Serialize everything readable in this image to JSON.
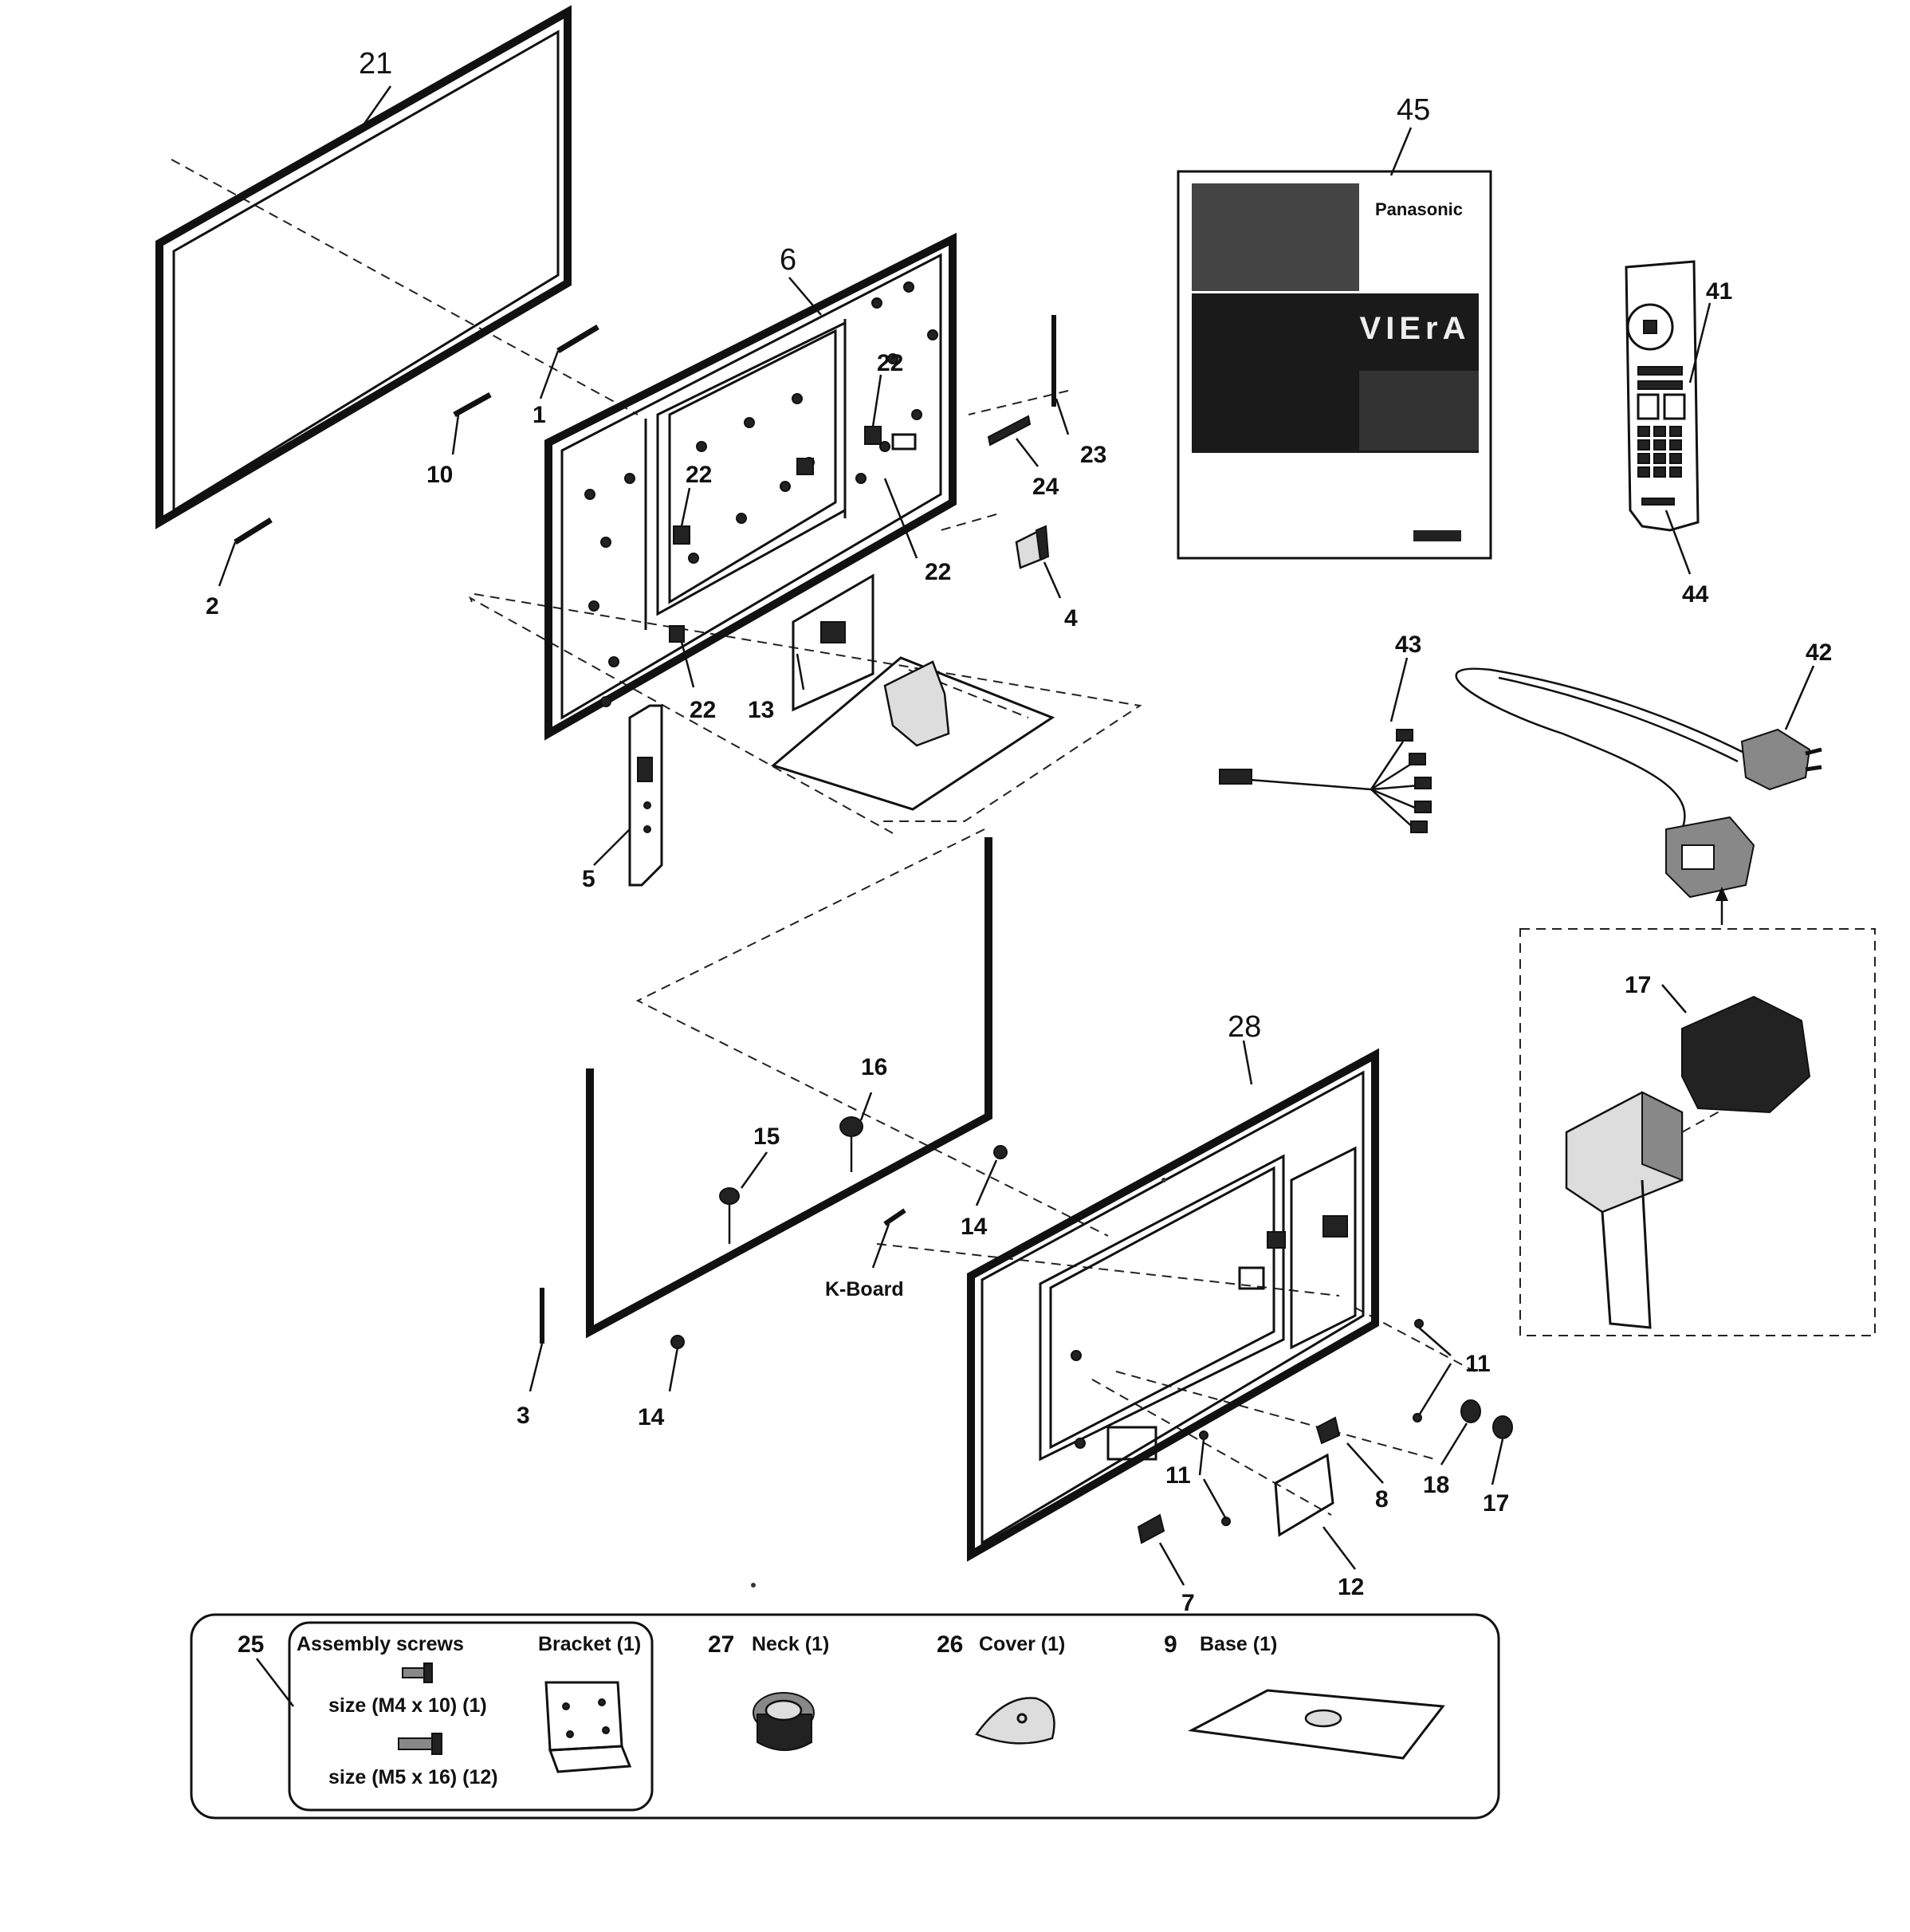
{
  "callouts": {
    "c1": "1",
    "c2": "2",
    "c3": "3",
    "c4": "4",
    "c5": "5",
    "c6": "6",
    "c7": "7",
    "c8": "8",
    "c10": "10",
    "c11a": "11",
    "c11b": "11",
    "c12": "12",
    "c13": "13",
    "c14a": "14",
    "c14b": "14",
    "c15": "15",
    "c16": "16",
    "c17a": "17",
    "c17b": "17",
    "c18": "18",
    "c21": "21",
    "c22a": "22",
    "c22b": "22",
    "c22c": "22",
    "c22d": "22",
    "c23": "23",
    "c24": "24",
    "c28": "28",
    "c41": "41",
    "c42": "42",
    "c43": "43",
    "c44": "44",
    "c45": "45",
    "kboard": "K-Board"
  },
  "manual": {
    "brand": "Panasonic",
    "product": "VIErA"
  },
  "accessory_box": {
    "item25": {
      "number": "25",
      "title": "Assembly screws",
      "screw_a": "size (M4 x 10) (1)",
      "screw_b": "size (M5 x 16) (12)",
      "bracket": "Bracket (1)"
    },
    "item27": {
      "number": "27",
      "label": "Neck (1)"
    },
    "item26": {
      "number": "26",
      "label": "Cover (1)"
    },
    "item9": {
      "number": "9",
      "label": "Base (1)"
    }
  }
}
